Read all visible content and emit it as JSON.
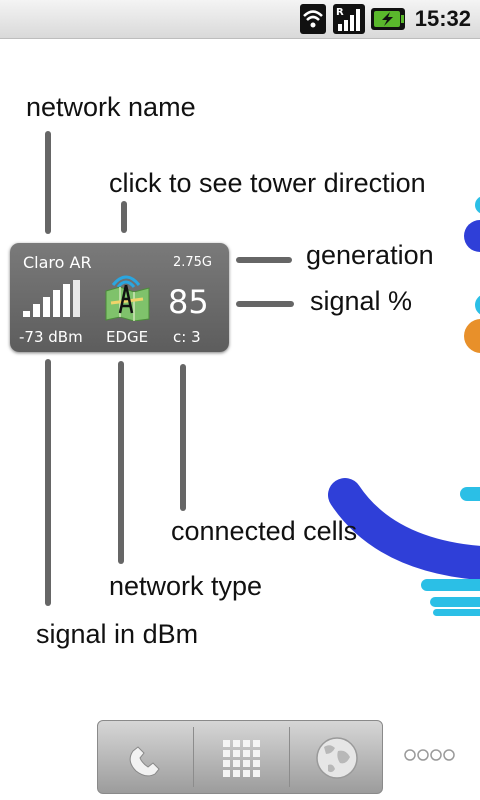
{
  "status_bar": {
    "time": "15:32",
    "icons": [
      "wifi-icon",
      "signal-roaming-icon",
      "battery-charging-icon"
    ],
    "signal_roaming_letter": "R"
  },
  "widget": {
    "operator": "Claro AR",
    "generation": "2.75G",
    "signal_percent": "85",
    "dbm": "-73 dBm",
    "network_type": "EDGE",
    "cells": "c: 3",
    "icons": [
      "signal-bars-icon",
      "tower-map-icon"
    ]
  },
  "annotations": {
    "network_name": "network name",
    "tower_direction": "click to see tower direction",
    "generation": "generation",
    "signal_percent": "signal %",
    "connected_cells": "connected cells",
    "network_type": "network type",
    "signal_dbm": "signal in dBm"
  },
  "dock": {
    "items": [
      "phone-icon",
      "app-drawer-icon",
      "browser-icon"
    ]
  },
  "colors": {
    "accent_blue": "#2f3fd8",
    "accent_cyan": "#2bbfe6",
    "accent_orange": "#e8902a",
    "widget_bg": "#6b6b6b"
  }
}
